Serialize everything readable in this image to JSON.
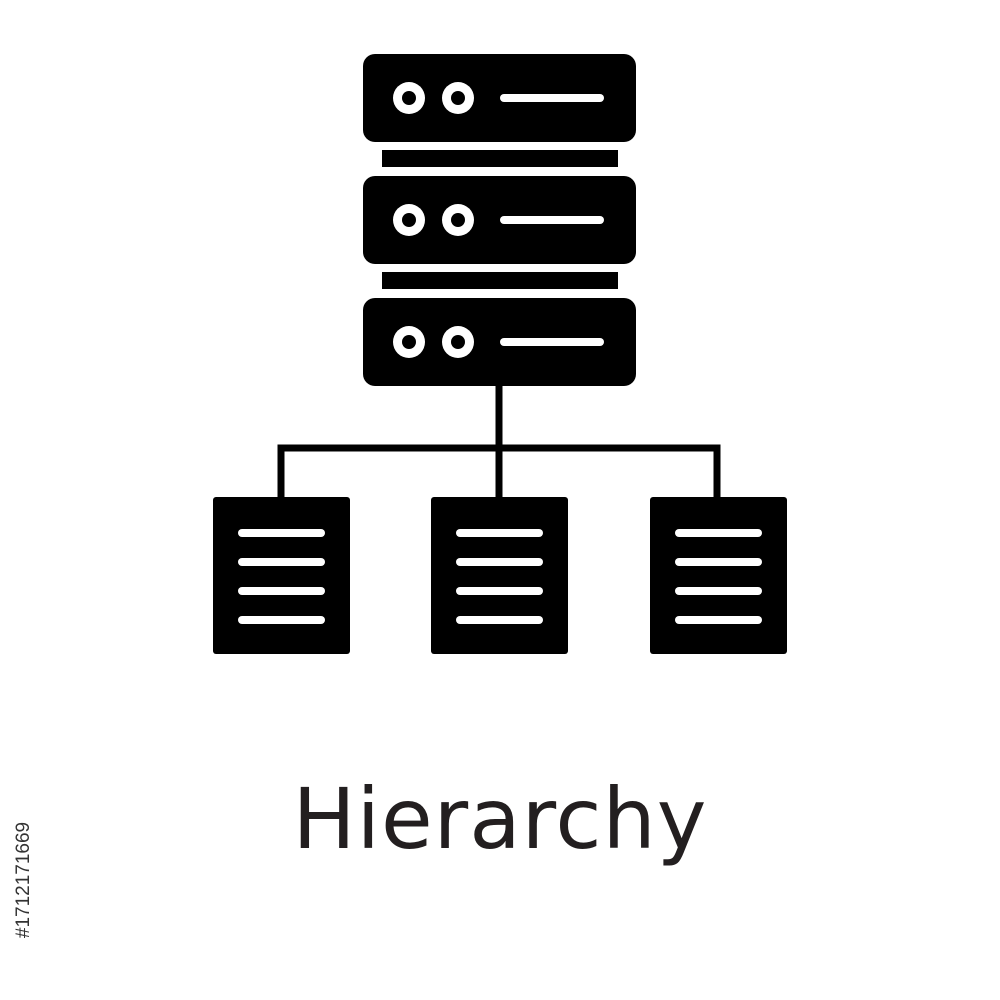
{
  "caption": "Hierarchy",
  "stock_id": "#1712171669",
  "icon": {
    "name": "server-hierarchy-icon",
    "parts": [
      "server-unit",
      "server-unit",
      "server-unit",
      "document",
      "document",
      "document"
    ]
  },
  "colors": {
    "glyph": "#000000",
    "background": "#ffffff",
    "text": "#231f20"
  }
}
